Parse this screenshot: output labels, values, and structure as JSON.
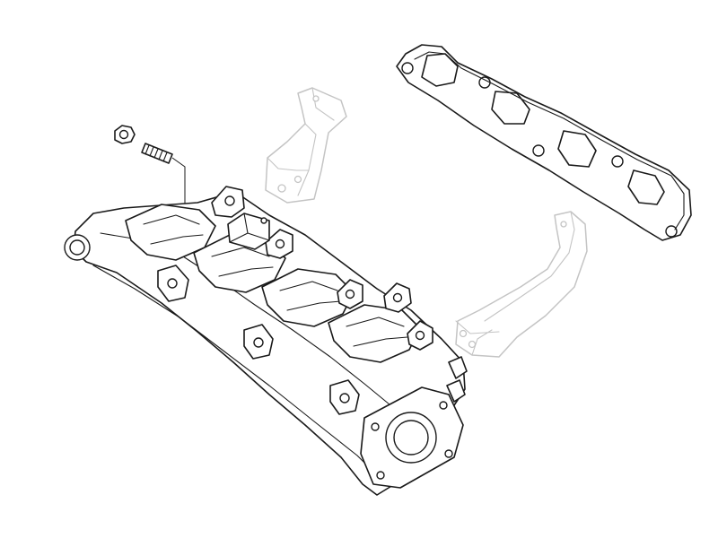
{
  "diagram": {
    "parts": [
      {
        "id": "nut",
        "icon": "hex-nut-icon"
      },
      {
        "id": "stud",
        "icon": "threaded-stud-icon"
      },
      {
        "id": "intake-manifold",
        "icon": "intake-manifold-icon"
      },
      {
        "id": "manifold-gasket",
        "icon": "gasket-icon"
      },
      {
        "id": "upper-support-bracket",
        "icon": "bracket-icon"
      },
      {
        "id": "lower-support-bracket",
        "icon": "bracket-icon"
      }
    ],
    "colors": {
      "line": "#1a1a1a",
      "ghost_line": "#c4c4c4",
      "background": "#ffffff"
    }
  }
}
